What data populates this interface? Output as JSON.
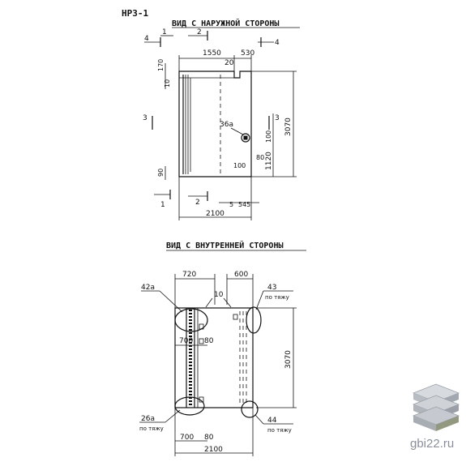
{
  "sheet": {
    "code": "НРЗ-1",
    "view_outer_title": "ВИД С НАРУЖНОЙ СТОРОНЫ",
    "view_inner_title": "ВИД С ВНУТРЕННЕЙ СТОРОНЫ"
  },
  "outer_view": {
    "section_marks": {
      "s1": "1",
      "s2": "2",
      "s3": "3",
      "s4": "4"
    },
    "dims": {
      "width_top": "1550",
      "width_right_top": "530",
      "notch": "20",
      "left_170": "170",
      "left_10": "10",
      "left_90": "90",
      "height_total": "3070",
      "height_1120": "1120",
      "height_100v": "100",
      "d_80": "80",
      "d_100": "100",
      "bottom_5": "5",
      "bottom_545": "545",
      "width_total": "2100"
    },
    "callout": "36а"
  },
  "inner_view": {
    "dims": {
      "top_720": "720",
      "top_600": "600",
      "top_10": "10",
      "d_700_mid": "700",
      "d_80_mid": "80",
      "height_total": "3070",
      "bottom_700": "700",
      "bottom_80": "80",
      "width_total": "2100"
    },
    "callouts": {
      "c42a": "42а",
      "c43": "43",
      "c43_note": "по тяжу",
      "c26a": "26а",
      "c26a_note": "по тяжу",
      "c44": "44",
      "c44_note": "по тяжу"
    }
  },
  "watermark": {
    "text": "gbi22.ru",
    "icon": "stacked-slabs-icon",
    "color": "#8a8f98"
  }
}
